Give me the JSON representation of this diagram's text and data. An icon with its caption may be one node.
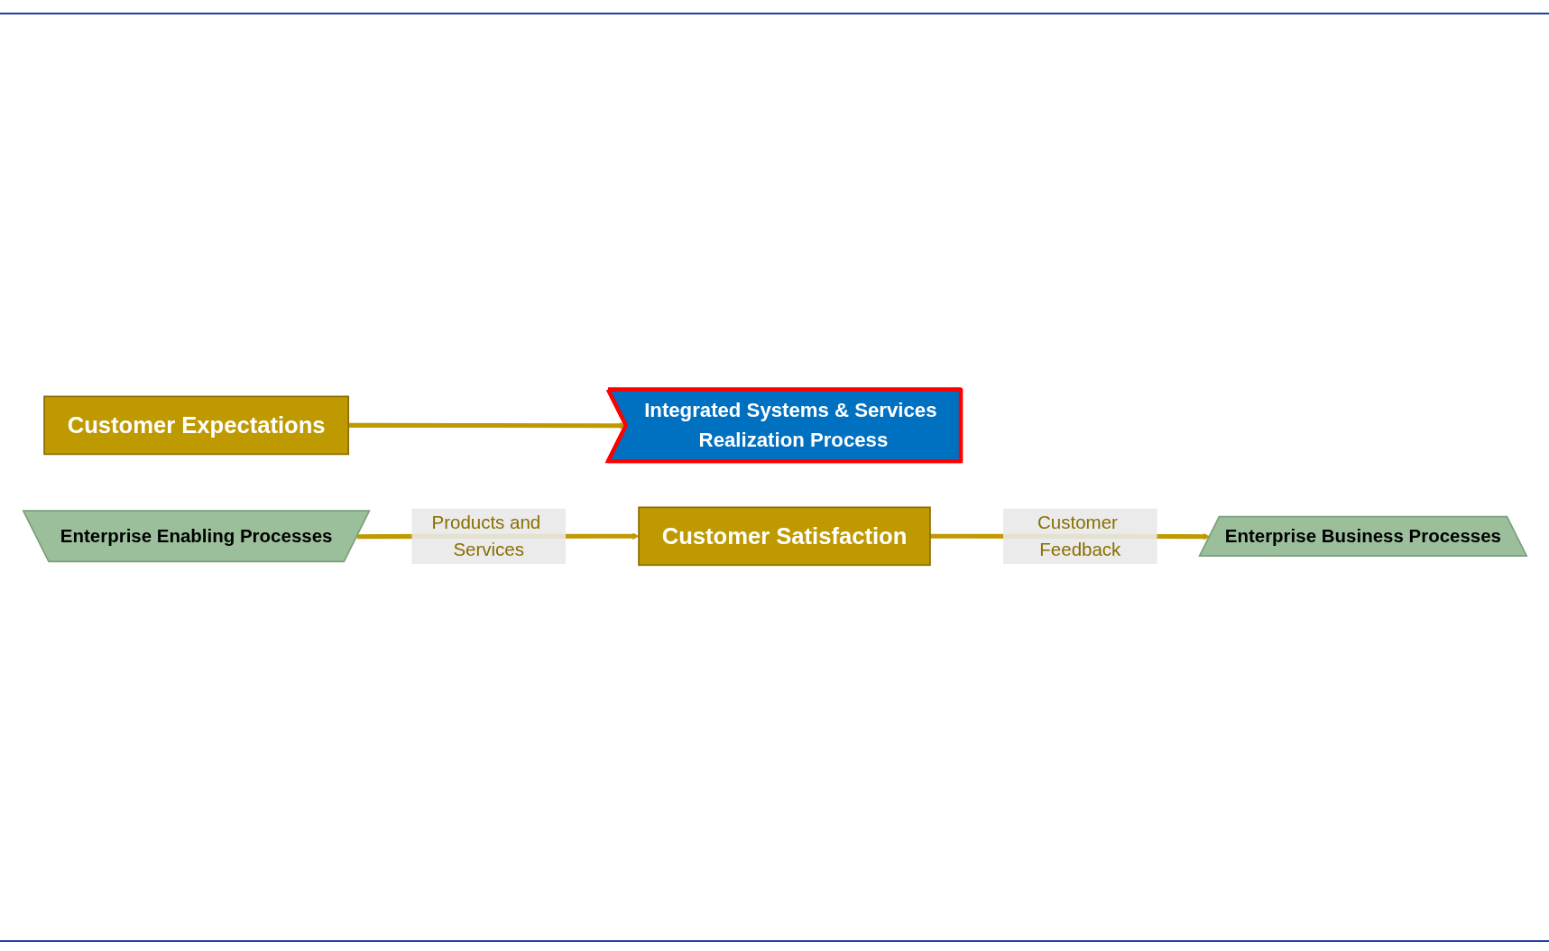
{
  "diagram": {
    "nodes": [
      {
        "text": [
          "Customer Expectations"
        ]
      },
      {
        "text": [
          "Enterprise Business Processes"
        ]
      },
      {
        "text": [
          "Integrated Systems & Services Realization Process"
        ]
      },
      {
        "text": [
          "Enterprise Enabling Processes"
        ]
      },
      {
        "text": [
          "Customer Satisfaction"
        ]
      }
    ],
    "edges": [
      {
        "from": 0,
        "to": 2,
        "arrow": "to"
      },
      {
        "from": 4,
        "to": 1,
        "arrow": "to",
        "label": "Customer Feedback"
      },
      {
        "from": 3,
        "to": 4,
        "arrow": "to",
        "label": "Products and Services"
      }
    ]
  }
}
